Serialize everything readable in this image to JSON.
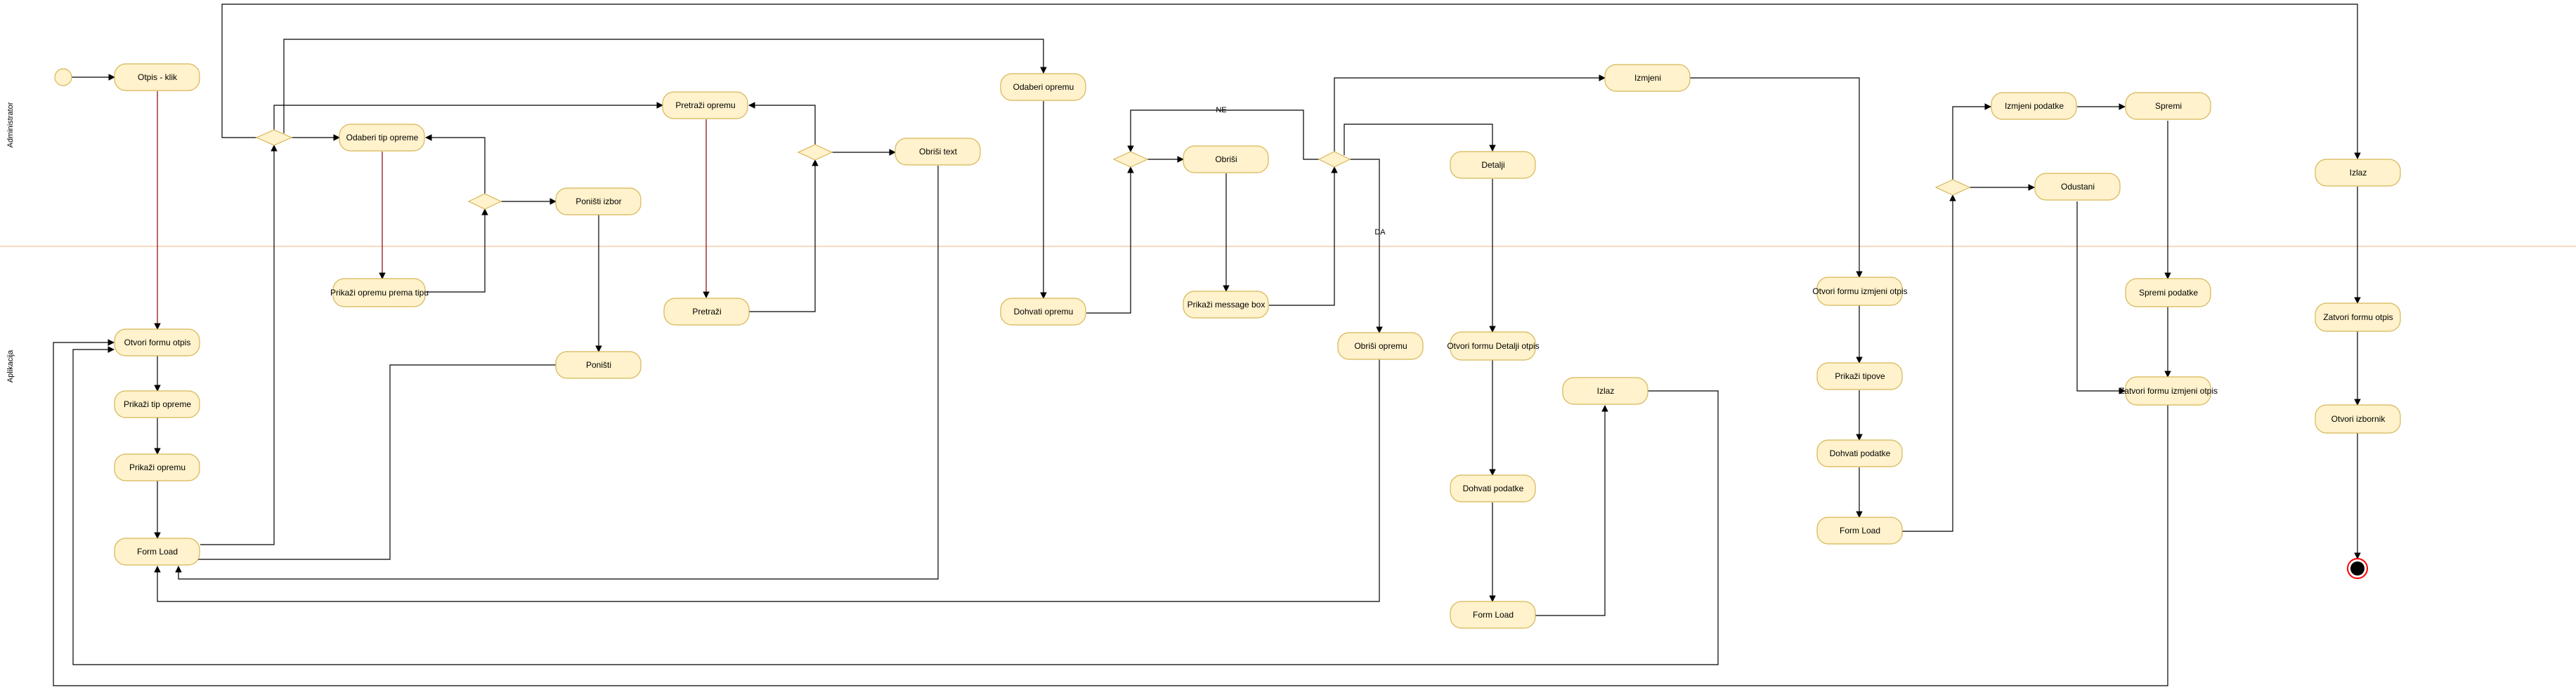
{
  "lanes": [
    {
      "id": "lane-admin",
      "label": "Administrator"
    },
    {
      "id": "lane-app",
      "label": "Aplikacija"
    }
  ],
  "nodes": {
    "otpis_klik": "Otpis - klik",
    "odaberi_tip": "Odaberi tip opreme",
    "pretrazi_opremu_admin": "Pretraži opremu",
    "odaberi_opremu": "Odaberi opremu",
    "obrisi_text": "Obriši text",
    "ponisti_izbor": "Poništi izbor",
    "obrisi_admin": "Obriši",
    "izmjeni": "Izmjeni",
    "detalji": "Detalji",
    "izmjeni_podatke": "Izmjeni podatke",
    "spremi": "Spremi",
    "odustani": "Odustani",
    "izlaz_admin": "Izlaz",
    "otvori_formu_otpis": "Otvori formu otpis",
    "prikazi_tip_opreme": "Prikaži tip opreme",
    "prikazi_opremu": "Prikaži opremu",
    "form_load_1": "Form Load",
    "prikazi_opremu_prema_tipu": "Prikaži opremu prema tipu",
    "ponisti": "Poništi",
    "pretrazi": "Pretraži",
    "dohvati_opremu": "Dohvati opremu",
    "prikazi_message_box": "Prikaži message box",
    "obrisi_opremu": "Obriši opremu",
    "otvori_formu_detalji": "Otvori formu Detalji otpis",
    "dohvati_podatke_1": "Dohvati podatke",
    "form_load_2": "Form Load",
    "izlaz_app": "Izlaz",
    "otvori_formu_izmjeni": "Otvori formu izmjeni otpis",
    "prikazi_tipove": "Prikaži tipove",
    "dohvati_podatke_2": "Dohvati podatke",
    "form_load_3": "Form Load",
    "spremi_podatke": "Spremi podatke",
    "zatvori_formu_izmjeni": "Zatvori formu izmjeni otpis",
    "zatvori_formu_otpis": "Zatvori formu otpis",
    "otvori_izbornik": "Otvori izbornik"
  },
  "edge_labels": {
    "ne": "NE",
    "da": "DA"
  },
  "colors": {
    "node_fill": "#fff2cc",
    "node_stroke": "#d6b656",
    "lane_divider": "#f4b183",
    "edge": "#000000",
    "edge_highlight": "#8b0000",
    "end_node": "#ff0000"
  }
}
